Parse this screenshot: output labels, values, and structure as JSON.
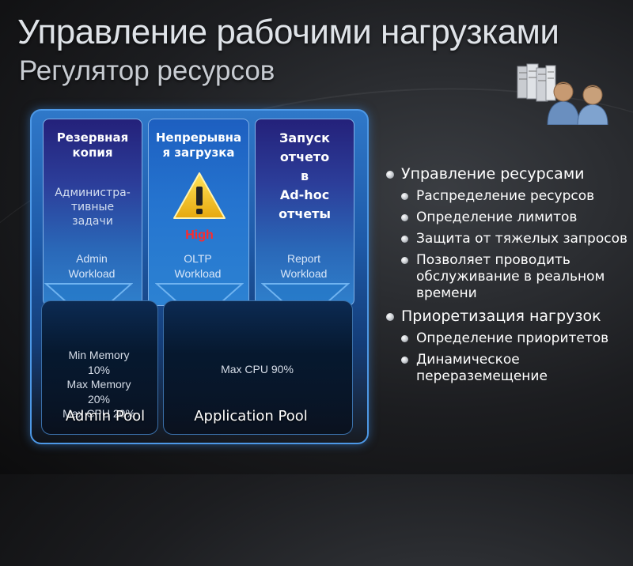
{
  "title": "Управление рабочими нагрузками",
  "subtitle": "Регулятор ресурсов",
  "columns": [
    {
      "heading": [
        "Резервная",
        "копия"
      ],
      "subtext": [
        "Администра-",
        "тивные",
        "задачи"
      ],
      "workload": [
        "Admin",
        "Workload"
      ]
    },
    {
      "heading": [
        "Непрерывна",
        "я загрузка"
      ],
      "badge": "High",
      "workload": [
        "OLTP",
        "Workload"
      ]
    },
    {
      "heading": [
        "Запуск",
        "отчето",
        "в",
        "Ad-hoc",
        "отчеты"
      ],
      "workload": [
        "Report",
        "Workload"
      ]
    }
  ],
  "pools": [
    {
      "label": "Admin Pool",
      "settings": [
        "Min Memory",
        "10%",
        "Max Memory",
        "20%",
        "Max CPU 20%"
      ]
    },
    {
      "label": "Application Pool",
      "settings": [
        "Max CPU 90%"
      ]
    }
  ],
  "bullets": [
    {
      "text": "Управление ресурсами",
      "sub": [
        "Распределение ресурсов",
        "Определение лимитов",
        "Защита от тяжелых запросов",
        "Позволяет проводить обслуживание в реальном времени"
      ]
    },
    {
      "text": "Приоретизация нагрузок",
      "sub": [
        "Определение приоритетов",
        "Динамическое перераземещение"
      ]
    }
  ],
  "icons": {
    "warning": "warning-triangle-icon",
    "servers": "server-rack-icon",
    "users": "users-icon"
  },
  "colors": {
    "panel": "#2f78c9",
    "high": "#ff2a2a",
    "warning": "#f2c21b"
  }
}
